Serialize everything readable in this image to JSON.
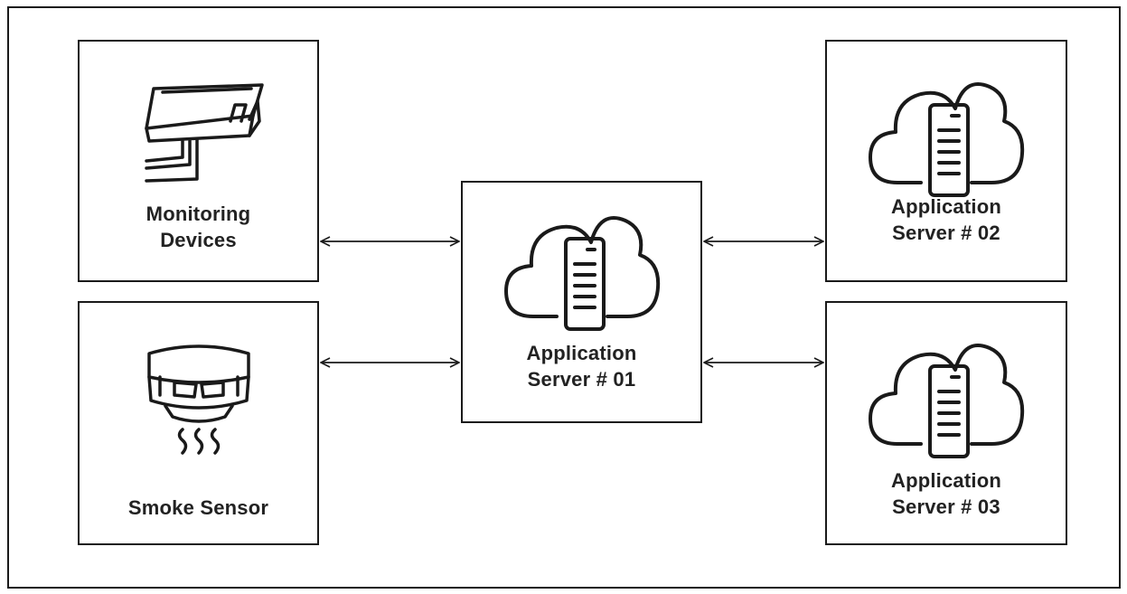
{
  "nodes": {
    "monitoring": {
      "label": "Monitoring\nDevices",
      "icon": "security-camera-icon"
    },
    "smoke": {
      "label": "Smoke Sensor",
      "icon": "smoke-detector-icon"
    },
    "app1": {
      "label": "Application\nServer # 01",
      "icon": "cloud-server-icon"
    },
    "app2": {
      "label": "Application\nServer # 02",
      "icon": "cloud-server-icon"
    },
    "app3": {
      "label": "Application\nServer # 03",
      "icon": "cloud-server-icon"
    }
  },
  "connections": [
    {
      "from": "monitoring",
      "to": "app1",
      "direction": "bidirectional"
    },
    {
      "from": "smoke",
      "to": "app1",
      "direction": "bidirectional"
    },
    {
      "from": "app1",
      "to": "app2",
      "direction": "bidirectional"
    },
    {
      "from": "app1",
      "to": "app3",
      "direction": "bidirectional"
    }
  ]
}
